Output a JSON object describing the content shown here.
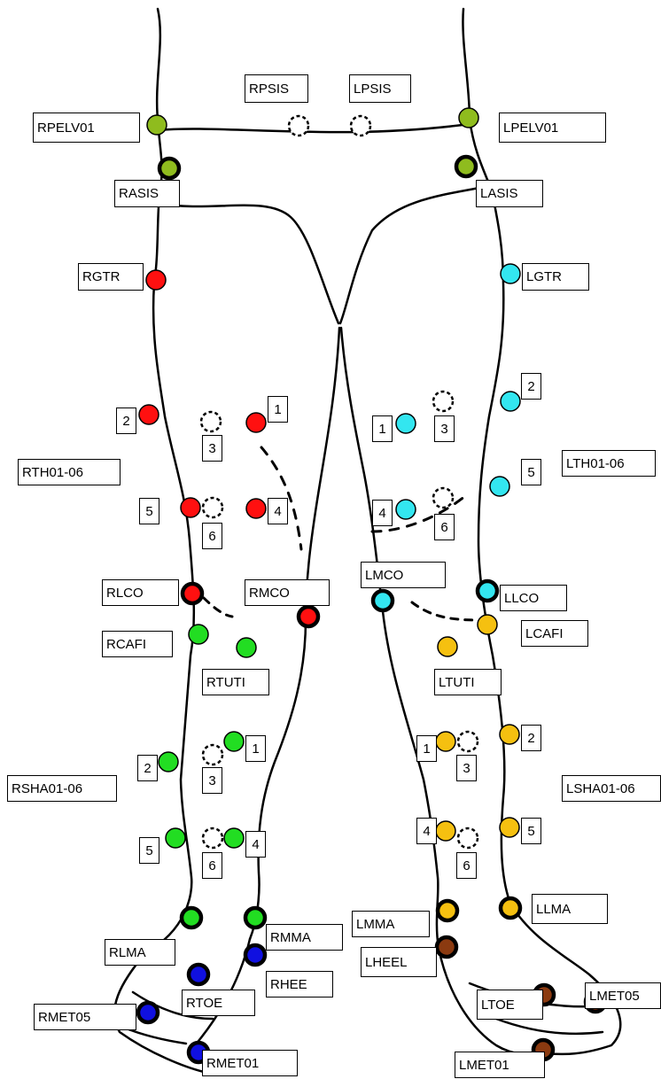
{
  "labels": {
    "rpsis": "RPSIS",
    "lpsis": "LPSIS",
    "rpelv01": "RPELV01",
    "lpelv01": "LPELV01",
    "rasis": "RASIS",
    "lasis": "LASIS",
    "rgtr": "RGTR",
    "lgtr": "LGTR",
    "rth": "RTH01-06",
    "lth": "LTH01-06",
    "rlco": "RLCO",
    "rmco": "RMCO",
    "lmco": "LMCO",
    "llco": "LLCO",
    "rcafi": "RCAFI",
    "lcafi": "LCAFI",
    "rtuti": "RTUTI",
    "ltuti": "LTUTI",
    "rsha": "RSHA01-06",
    "lsha": "LSHA01-06",
    "rlma": "RLMA",
    "rmma": "RMMA",
    "lmma": "LMMA",
    "llma": "LLMA",
    "rhee": "RHEE",
    "lheel": "LHEEL",
    "rtoe": "RTOE",
    "ltoe": "LTOE",
    "rmet05": "RMET05",
    "lmet05": "LMET05",
    "rmet01": "RMET01",
    "lmet01": "LMET01"
  },
  "numbers": {
    "rth1": "1",
    "rth2": "2",
    "rth3": "3",
    "rth4": "4",
    "rth5": "5",
    "rth6": "6",
    "lth1": "1",
    "lth2": "2",
    "lth3": "3",
    "lth4": "4",
    "lth5": "5",
    "lth6": "6",
    "rsha1": "1",
    "rsha2": "2",
    "rsha3": "3",
    "rsha4": "4",
    "rsha5": "5",
    "rsha6": "6",
    "lsha1": "1",
    "lsha2": "2",
    "lsha3": "3",
    "lsha4": "4",
    "lsha5": "5",
    "lsha6": "6"
  },
  "colors": {
    "pelvis": "#8fbc1e",
    "right_thigh": "#ff1010",
    "left_thigh": "#33e6f0",
    "right_shank": "#22dd22",
    "left_shank": "#f5c010",
    "right_foot": "#1010e0",
    "left_foot": "#8b3a10",
    "outline": "#000000"
  }
}
